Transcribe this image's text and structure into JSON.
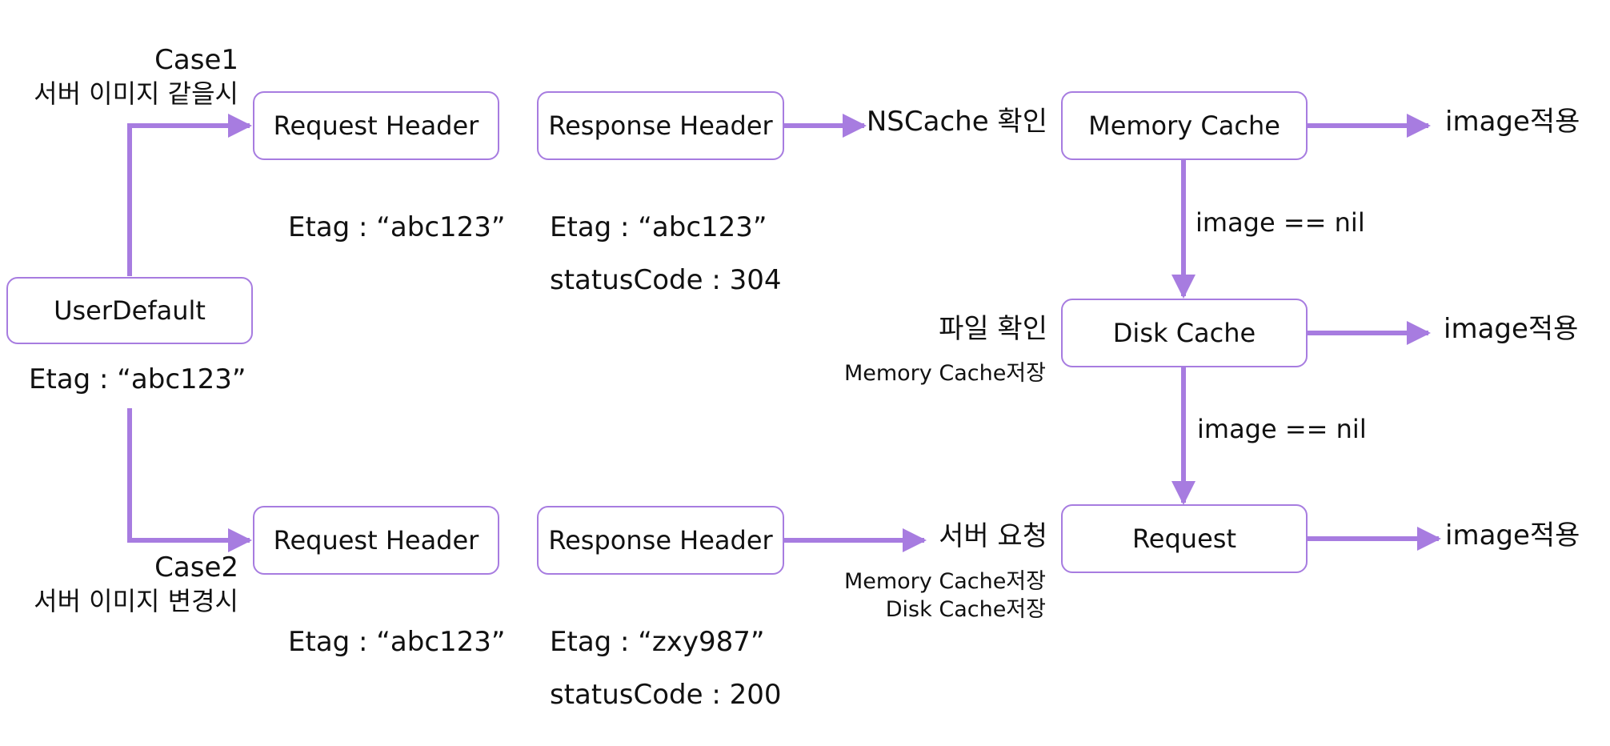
{
  "colors": {
    "accent": "#a77ce0",
    "text": "#111111",
    "background": "#ffffff"
  },
  "case1": {
    "title": "Case1",
    "subtitle": "서버 이미지 같을시"
  },
  "case2": {
    "title": "Case2",
    "subtitle": "서버 이미지 변경시"
  },
  "user_default": {
    "label": "UserDefault",
    "etag": "Etag : “abc123”"
  },
  "row1": {
    "request_header": "Request Header",
    "request_etag": "Etag : “abc123”",
    "response_header": "Response Header",
    "response_etag": "Etag : “abc123”",
    "response_status": "statusCode : 304",
    "check_label": "NSCache 확인",
    "cache_box": "Memory Cache",
    "result": "image적용"
  },
  "row2": {
    "condition": "image == nil",
    "check_label": "파일 확인",
    "store_note": "Memory Cache저장",
    "cache_box": "Disk Cache",
    "result": "image적용"
  },
  "row3": {
    "condition": "image == nil",
    "request_header": "Request Header",
    "request_etag": "Etag : “abc123”",
    "response_header": "Response Header",
    "response_etag": "Etag : “zxy987”",
    "response_status": "statusCode : 200",
    "check_label": "서버 요청",
    "store_note_1": "Memory Cache저장",
    "store_note_2": "Disk Cache저장",
    "request_box": "Request",
    "result": "image적용"
  }
}
